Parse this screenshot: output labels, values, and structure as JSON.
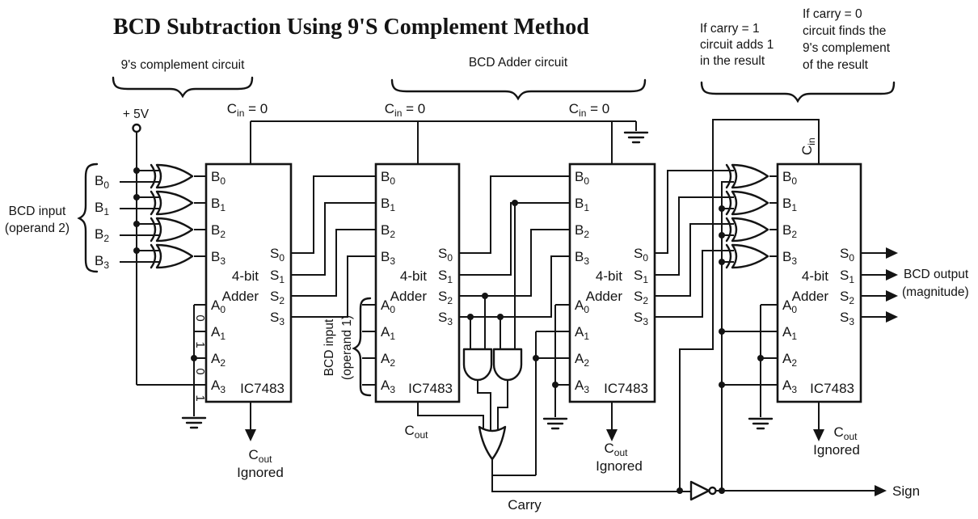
{
  "title": "BCD Subtraction Using 9'S Complement Method",
  "braces": {
    "complement": "9's complement circuit",
    "adder": "BCD Adder circuit"
  },
  "notes": {
    "carry1": [
      "If carry = 1",
      "circuit adds 1",
      "in the result"
    ],
    "carry0": [
      "If carry = 0",
      "circuit finds the",
      "9's complement",
      "of the result"
    ]
  },
  "power_label": "+ 5V",
  "cin_zero": {
    "base": "C",
    "sub": "in",
    "rest": " = 0"
  },
  "cin": {
    "base": "C",
    "sub": "in"
  },
  "cout": {
    "base": "C",
    "sub": "out"
  },
  "ignored": "Ignored",
  "carry_label": "Carry",
  "sign_label": "Sign",
  "output_label": [
    "BCD output",
    "(magnitude)"
  ],
  "operand2": {
    "lines": [
      "BCD input",
      "(operand 2)"
    ]
  },
  "operand1": {
    "lines": [
      "BCD input",
      "(operand 1)"
    ]
  },
  "ic": {
    "type": [
      "4-bit",
      "Adder"
    ],
    "part": "IC7483"
  },
  "pins": {
    "b": [
      [
        "B",
        "0"
      ],
      [
        "B",
        "1"
      ],
      [
        "B",
        "2"
      ],
      [
        "B",
        "3"
      ]
    ],
    "a": [
      [
        "A",
        "0"
      ],
      [
        "A",
        "1"
      ],
      [
        "A",
        "2"
      ],
      [
        "A",
        "3"
      ]
    ],
    "s": [
      [
        "S",
        "0"
      ],
      [
        "S",
        "1"
      ],
      [
        "S",
        "2"
      ],
      [
        "S",
        "3"
      ]
    ]
  },
  "const_bits": [
    "0",
    "1",
    "0",
    "1"
  ]
}
